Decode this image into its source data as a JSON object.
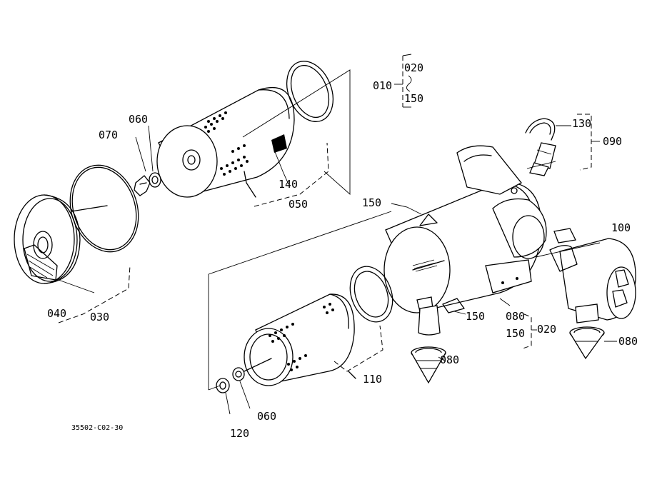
{
  "diagram_ref": "35502-C02-30",
  "callouts": {
    "c010": "010",
    "c020_top": "020",
    "c150_top": "150",
    "c130": "130",
    "c090": "090",
    "c060_top": "060",
    "c070": "070",
    "c140": "140",
    "c050": "050",
    "c040": "040",
    "c030": "030",
    "c150_left": "150",
    "c100": "100",
    "c150_mid": "150",
    "c080_mid": "080",
    "c150_low": "150",
    "c020_right": "020",
    "c080_right": "080",
    "c080_low": "080",
    "c110": "110",
    "c060_low": "060",
    "c120": "120"
  }
}
